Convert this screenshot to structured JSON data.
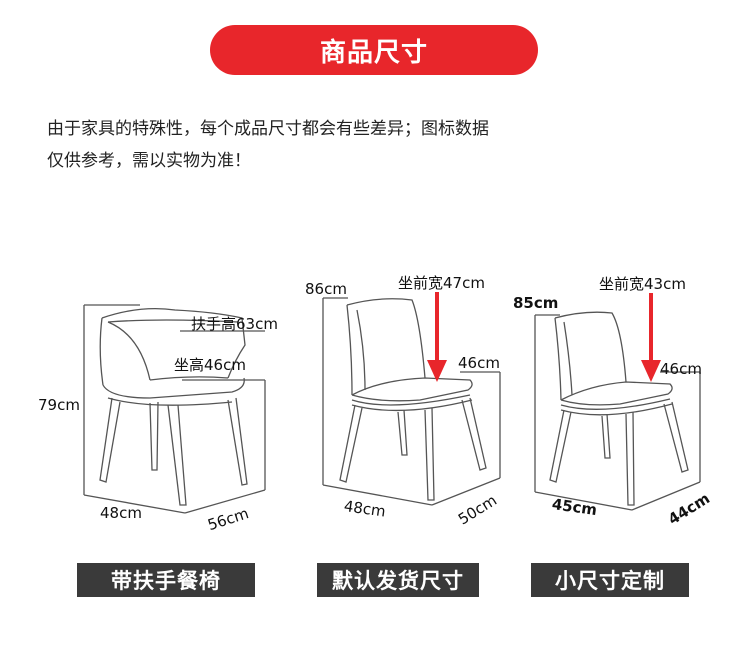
{
  "header": {
    "title": "商品尺寸"
  },
  "notice": {
    "line1": "由于家具的特殊性，每个成品尺寸都会有些差异；图标数据",
    "line2": "仅供参考，需以实物为准！"
  },
  "chairs": [
    {
      "caption": "带扶手餐椅",
      "height": "79cm",
      "armrest": "扶手高63cm",
      "seat_height": "坐高46cm",
      "width": "48cm",
      "depth": "56cm"
    },
    {
      "caption": "默认发货尺寸",
      "height": "86cm",
      "seat_front_width": "坐前宽47cm",
      "seat_height": "46cm",
      "width": "48cm",
      "depth": "50cm"
    },
    {
      "caption": "小尺寸定制",
      "height": "85cm",
      "seat_front_width": "坐前宽43cm",
      "seat_height": "46cm",
      "width": "45cm",
      "depth": "44cm"
    }
  ],
  "colors": {
    "accent": "#e8262b",
    "caption_bar": "#3a3a3a",
    "line": "#555555"
  }
}
